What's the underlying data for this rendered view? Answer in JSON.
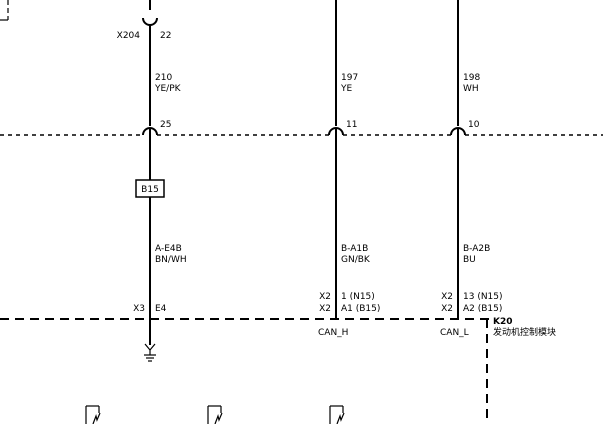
{
  "connectors": {
    "x204": {
      "name": "X204",
      "pin": "22"
    },
    "c_splice_25": {
      "pin": "25"
    },
    "c_splice_11": {
      "pin": "11"
    },
    "c_splice_10": {
      "pin": "10"
    }
  },
  "wires": {
    "left_upper": {
      "circuit": "210",
      "color": "YE/PK"
    },
    "mid_upper": {
      "circuit": "197",
      "color": "YE"
    },
    "right_upper": {
      "circuit": "198",
      "color": "WH"
    },
    "left_lower": {
      "circuit": "A-E4B",
      "color": "BN/WH"
    },
    "mid_lower": {
      "circuit": "B-A1B",
      "color": "GN/BK"
    },
    "right_lower": {
      "circuit": "B-A2B",
      "color": "BU"
    }
  },
  "component_box": {
    "label": "B15"
  },
  "module": {
    "ref": "K20",
    "name": "发动机控制模块",
    "left_pin": {
      "connector": "X3",
      "pin": "E4"
    },
    "mid_pins": [
      {
        "connector": "X2",
        "pin": "1 (N15)"
      },
      {
        "connector": "X2",
        "pin": "A1 (B15)"
      }
    ],
    "right_pins": [
      {
        "connector": "X2",
        "pin": "13 (N15)"
      },
      {
        "connector": "X2",
        "pin": "A2 (B15)"
      }
    ],
    "can_h": "CAN_H",
    "can_l": "CAN_L"
  }
}
